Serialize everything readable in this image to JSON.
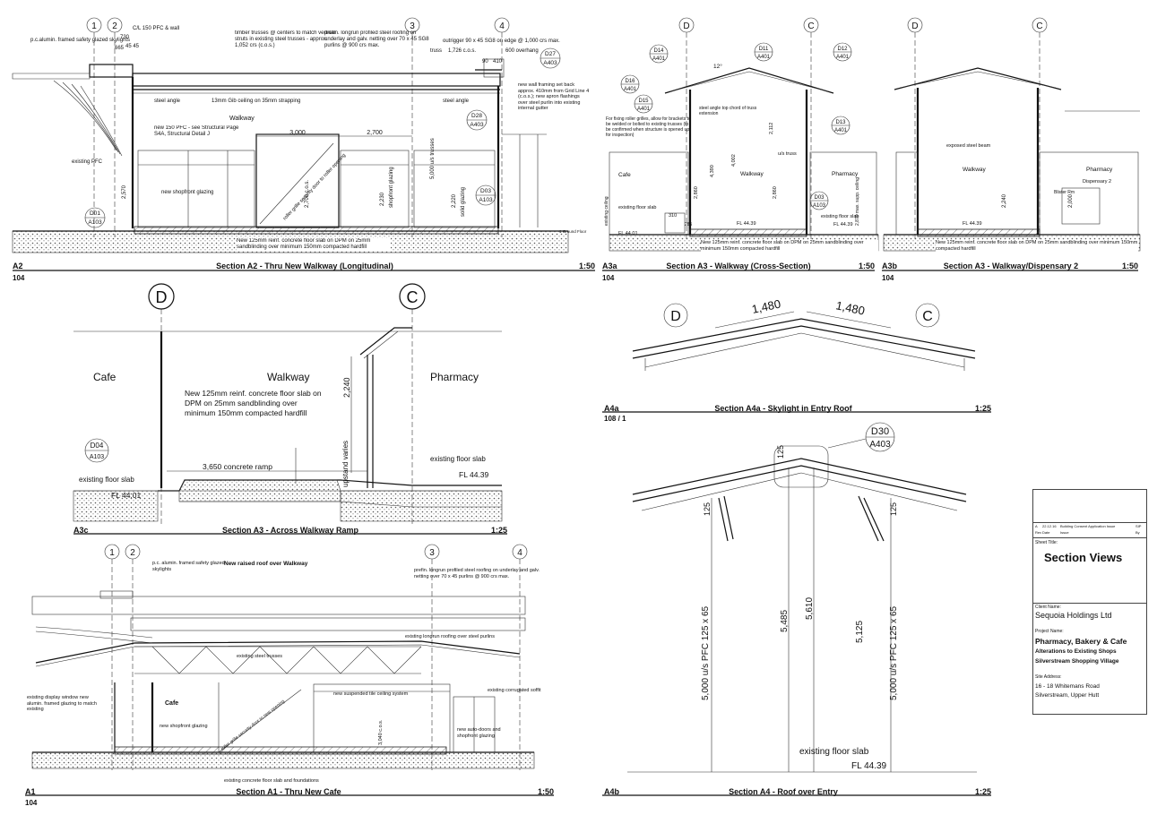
{
  "sections": {
    "a2": {
      "code": "A2",
      "sheet": "104",
      "title": "Section A2 - Thru New Walkway (Longitudinal)",
      "scale": "1:50"
    },
    "a3a": {
      "code": "A3a",
      "sheet": "104",
      "title": "Section A3 - Walkway (Cross-Section)",
      "scale": "1:50"
    },
    "a3b": {
      "code": "A3b",
      "sheet": "104",
      "title": "Section A3 - Walkway/Dispensary 2",
      "scale": "1:50"
    },
    "a3c": {
      "code": "A3c",
      "title": "Section A3 - Across Walkway Ramp",
      "scale": "1:25"
    },
    "a4a": {
      "code": "A4a",
      "sheet": "108 / 1",
      "title": "Section A4a - Skylight in Entry Roof",
      "scale": "1:25"
    },
    "a1": {
      "code": "A1",
      "sheet": "104",
      "title": "Section A1 - Thru New Cafe",
      "scale": "1:50"
    },
    "a4b": {
      "code": "A4b",
      "title": "Section A4 - Roof over Entry",
      "scale": "1:25"
    }
  },
  "grid": {
    "g1": "1",
    "g2": "2",
    "g3": "3",
    "g4": "4",
    "gD": "D",
    "gC": "C"
  },
  "a2": {
    "n_skylight": "p.c.alumin. framed safety glazed skylights",
    "n_pfc": "C/L 150 PFC & wall",
    "n_730": "730",
    "n_665": "665",
    "n_4545": "45 45",
    "n_trusses": "timber trusses @ centers to match vertical struts in existing steel trusses - approx. 1,052 crs (c.o.s.)",
    "n_roofing": "prefin. longrun profiled steel roofing on underlay and galv. netting over 70 x 45 SG8 purlins @ 900 crs max.",
    "n_outrigger": "outrigger 90 x 45 SG8 on edge @ 1,000 crs max.",
    "n_1726": "1,726 c.o.s.",
    "n_600": "600 overhang",
    "n_90": "90",
    "n_410": "410",
    "n_truss": "truss",
    "n_steel_angle": "steel angle",
    "n_gib": "13mm Gib ceiling on 35mm strapping",
    "n_walkway": "Walkway",
    "n_new150": "new 150 PFC - see Structural Page S4A, Structural Detail J",
    "n_wallframing": "new wall framing set back approx. 410mm from Grid Line 4 (c.o.s.); new apron flashings over steel purlin into existing internal gutter",
    "n_steel_angle2": "steel angle",
    "n_us_trusses": "5,000 u/s trusses",
    "n_existing_pfc": "existing PFC",
    "n_3000": "3,000",
    "n_2700": "2,700",
    "n_glazing": "new shopfront glazing",
    "n_grille": "roller grille security door to roller opening",
    "n_2700cos": "2,700 c.o.s.",
    "n_2230": "2,230",
    "n_shopfront": "shopfront glazing",
    "n_2220": "2,220",
    "n_solid": "solid glazing",
    "n_2570": "2,570",
    "n_slab": "New 125mm reinf. concrete floor slab on DPM on 25mm sandblinding over minimum 150mm compacted hardfill",
    "n_groundfloor": "1 Ground Floor",
    "d27": {
      "n": "D27",
      "s": "A403"
    },
    "d28": {
      "n": "D28",
      "s": "A403"
    },
    "d01": {
      "n": "D01",
      "s": "A103"
    },
    "d03": {
      "n": "D03",
      "s": "A103"
    }
  },
  "a3a": {
    "n_12": "12°",
    "n_roller": "For fixing roller grilles, allow for brackets to be welded or bolted to existing trusses (to be confirmed when structure is opened up for inspection)",
    "n_steelangle": "steel angle top chord of truss extension",
    "n_cafe": "Cafe",
    "n_walkway": "Walkway",
    "n_pharmacy": "Pharmacy",
    "n_us_truss": "u/s truss",
    "n_existing_ceiling": "existing ceiling",
    "n_2860": "2,860",
    "n_4390": "4,390",
    "n_4002": "4,002",
    "n_2112": "2,112",
    "n_2860b": "2,860",
    "n_2870": "2,870 max. supp. ceiling",
    "n_fl1": "FL 44.01",
    "n_fl2": "FL 44.39",
    "n_fl3": "FL 44.39",
    "n_310": "310",
    "n_285": "285",
    "n_slab_ex": "existing floor slab",
    "n_slab_ex2": "existing floor slab",
    "n_slab": "New 125mm reinf. concrete floor slab on DPM on 25mm sandblinding over minimum 150mm compacted hardfill",
    "d14": {
      "n": "D14",
      "s": "A401"
    },
    "d11": {
      "n": "D11",
      "s": "A401"
    },
    "d12": {
      "n": "D12",
      "s": "A401"
    },
    "d16": {
      "n": "D16",
      "s": "A401"
    },
    "d15": {
      "n": "D15",
      "s": "A401"
    },
    "d13": {
      "n": "D13",
      "s": "A401"
    },
    "d03": {
      "n": "D03",
      "s": "A103"
    }
  },
  "a3b": {
    "n_beam": "exposed steel beam",
    "n_walkway": "Walkway",
    "n_pharmacy": "Pharmacy",
    "n_disp": "Dispensary 2",
    "n_2240": "2,240",
    "n_2000": "2,000",
    "n_fl": "FL 44.39",
    "n_slab": "New 125mm reinf. concrete floor slab on DPM on 25mm sandblinding over minimum 150mm compacted hardfill",
    "n_blister": "Blister Rm"
  },
  "a3c": {
    "n_cafe": "Cafe",
    "n_walkway": "Walkway",
    "n_pharmacy": "Pharmacy",
    "n_2240": "2,240",
    "n_slab": "New 125mm reinf. concrete floor slab on DPM on 25mm sandblinding over minimum 150mm compacted hardfill",
    "n_upstand": "upstand varies",
    "n_ramp": "3,650 concrete ramp",
    "n_exslab1": "existing floor slab",
    "n_exslab2": "existing floor slab",
    "n_fl1": "FL 44.01",
    "n_fl2": "FL 44.39",
    "d04": {
      "n": "D04",
      "s": "A103"
    }
  },
  "a4a": {
    "n_1480a": "1,480",
    "n_1480b": "1,480"
  },
  "a4b": {
    "d30": {
      "n": "D30",
      "s": "A403"
    },
    "n_125a": "125",
    "n_125b": "125",
    "n_125c": "125",
    "n_pfc1": "5,000 u/s PFC 125 x 65",
    "n_pfc2": "5,000 u/s PFC 125 x 65",
    "n_5485": "5,485",
    "n_5610": "5,610",
    "n_5125": "5,125",
    "n_slab": "existing floor slab",
    "n_fl": "FL 44.39"
  },
  "a1": {
    "n_skylight": "p.c. alumin. framed safety glazed skylights",
    "n_newroof": "New raised roof over Walkway",
    "n_roofing": "prefin. longrun profiled steel roofing on underlay and galv. netting over 70 x 45 purlins @ 900 crs max.",
    "n_exroofing": "existing longrun roofing over steel purlins",
    "n_trusses": "existing steel trusses",
    "n_soffit": "existing corrugated soffit",
    "n_ceiling": "new suspended tile ceiling system",
    "n_cafe": "Cafe",
    "n_display": "existing display window new alumin. framed glazing to match existing",
    "n_shopfront": "new shopfront glazing",
    "n_grille": "roller grille security door to new opening",
    "n_3040": "3,040 c.o.s.",
    "n_autodoors": "new auto-doors and shopfront glazing",
    "n_slab": "existing concrete floor slab and foundations"
  },
  "titleblock": {
    "rev": "A",
    "rev_date": "22.12.16",
    "rev_desc": "Building Consent Application Issue",
    "rev_by": "SIP",
    "h_rev": "Rev",
    "h_date": "Date",
    "h_issue": "Issue",
    "h_by": "By",
    "sheet_label": "Sheet Title:",
    "sheet_title": "Section Views",
    "client_label": "Client Name:",
    "client": "Sequoia Holdings Ltd",
    "project_label": "Project Name:",
    "project1": "Pharmacy, Bakery & Cafe",
    "project2": "Alterations to Existing Shops",
    "project3": "Silverstream Shopping Village",
    "site_label": "Site Address:",
    "site1": "16 - 18 Whitemans Road",
    "site2": "Silverstream, Upper Hutt"
  }
}
